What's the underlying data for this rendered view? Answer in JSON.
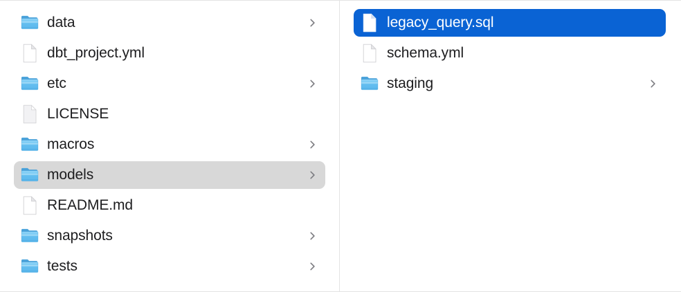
{
  "app": {
    "name": "Finder",
    "view_mode": "column"
  },
  "colors": {
    "selection_active": "#0a63d4",
    "selection_inactive": "#d8d8d8",
    "folder_blue": "#54b9ef",
    "text": "#1d1d1f",
    "text_selected": "#ffffff",
    "divider": "#e3e3e3",
    "background": "#ffffff"
  },
  "columns": [
    {
      "name": "parent-column",
      "items": [
        {
          "label": "data",
          "kind": "folder",
          "icon": "folder-icon",
          "has_chevron": true,
          "selected": "none"
        },
        {
          "label": "dbt_project.yml",
          "kind": "file",
          "icon": "document-icon",
          "has_chevron": false,
          "selected": "none"
        },
        {
          "label": "etc",
          "kind": "folder",
          "icon": "folder-icon",
          "has_chevron": true,
          "selected": "none"
        },
        {
          "label": "LICENSE",
          "kind": "file",
          "icon": "plain-document-icon",
          "has_chevron": false,
          "selected": "none"
        },
        {
          "label": "macros",
          "kind": "folder",
          "icon": "folder-icon",
          "has_chevron": true,
          "selected": "none"
        },
        {
          "label": "models",
          "kind": "folder",
          "icon": "folder-icon",
          "has_chevron": true,
          "selected": "inactive"
        },
        {
          "label": "README.md",
          "kind": "file",
          "icon": "document-icon",
          "has_chevron": false,
          "selected": "none"
        },
        {
          "label": "snapshots",
          "kind": "folder",
          "icon": "folder-icon",
          "has_chevron": true,
          "selected": "none"
        },
        {
          "label": "tests",
          "kind": "folder",
          "icon": "folder-icon",
          "has_chevron": true,
          "selected": "none"
        }
      ]
    },
    {
      "name": "child-column",
      "items": [
        {
          "label": "legacy_query.sql",
          "kind": "file",
          "icon": "document-icon",
          "has_chevron": false,
          "selected": "active"
        },
        {
          "label": "schema.yml",
          "kind": "file",
          "icon": "document-icon",
          "has_chevron": false,
          "selected": "none"
        },
        {
          "label": "staging",
          "kind": "folder",
          "icon": "folder-icon",
          "has_chevron": true,
          "selected": "none"
        }
      ]
    }
  ]
}
